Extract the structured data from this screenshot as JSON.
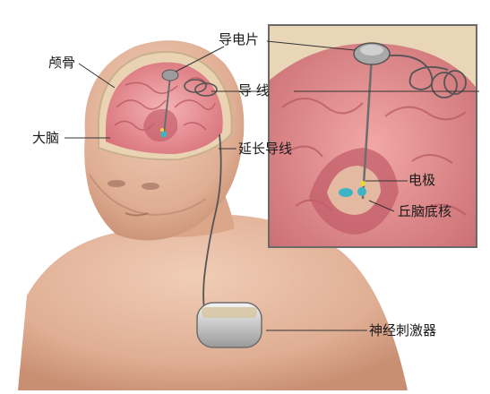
{
  "labels": {
    "skull": "颅骨",
    "brain": "大脑",
    "electrode_cap": "导电片",
    "lead": "导    线",
    "extension": "延长导线",
    "electrode": "电极",
    "thalamic_nucleus": "丘脑底核",
    "stimulator": "神经刺激器"
  },
  "colors": {
    "skin": "#e9bfa6",
    "brain": "#e98f95",
    "bone": "#e8d6b6",
    "inset_border": "#6a6a6a",
    "electrode_highlight": "#3fb3c4"
  }
}
